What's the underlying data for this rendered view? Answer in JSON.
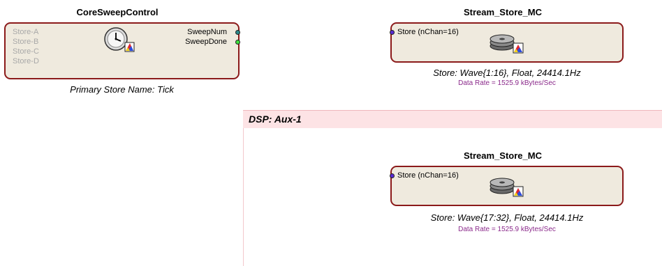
{
  "sweep_block": {
    "title": "CoreSweepControl",
    "inputs": [
      "Store-A",
      "Store-B",
      "Store-C",
      "Store-D"
    ],
    "outputs": [
      "SweepNum",
      "SweepDone"
    ],
    "caption": "Primary Store Name: Tick",
    "icon": "clock-icon"
  },
  "store_top": {
    "title": "Stream_Store_MC",
    "input": "Store  (nChan=16)",
    "caption": "Store: Wave{1:16}, Float, 24414.1Hz",
    "rate": "Data Rate = 1525.9 kBytes/Sec",
    "icon": "disk-stack-icon"
  },
  "dsp": {
    "title": "DSP: Aux-1",
    "header_color": "#fde3e5"
  },
  "store_bottom": {
    "title": "Stream_Store_MC",
    "input": "Store  (nChan=16)",
    "caption": "Store: Wave{17:32}, Float, 24414.1Hz",
    "rate": "Data Rate = 1525.9 kBytes/Sec",
    "icon": "disk-stack-icon"
  },
  "colors": {
    "block_fill": "#efeade",
    "block_border": "#8b1a1a",
    "rate_text": "#8b2a8b"
  }
}
